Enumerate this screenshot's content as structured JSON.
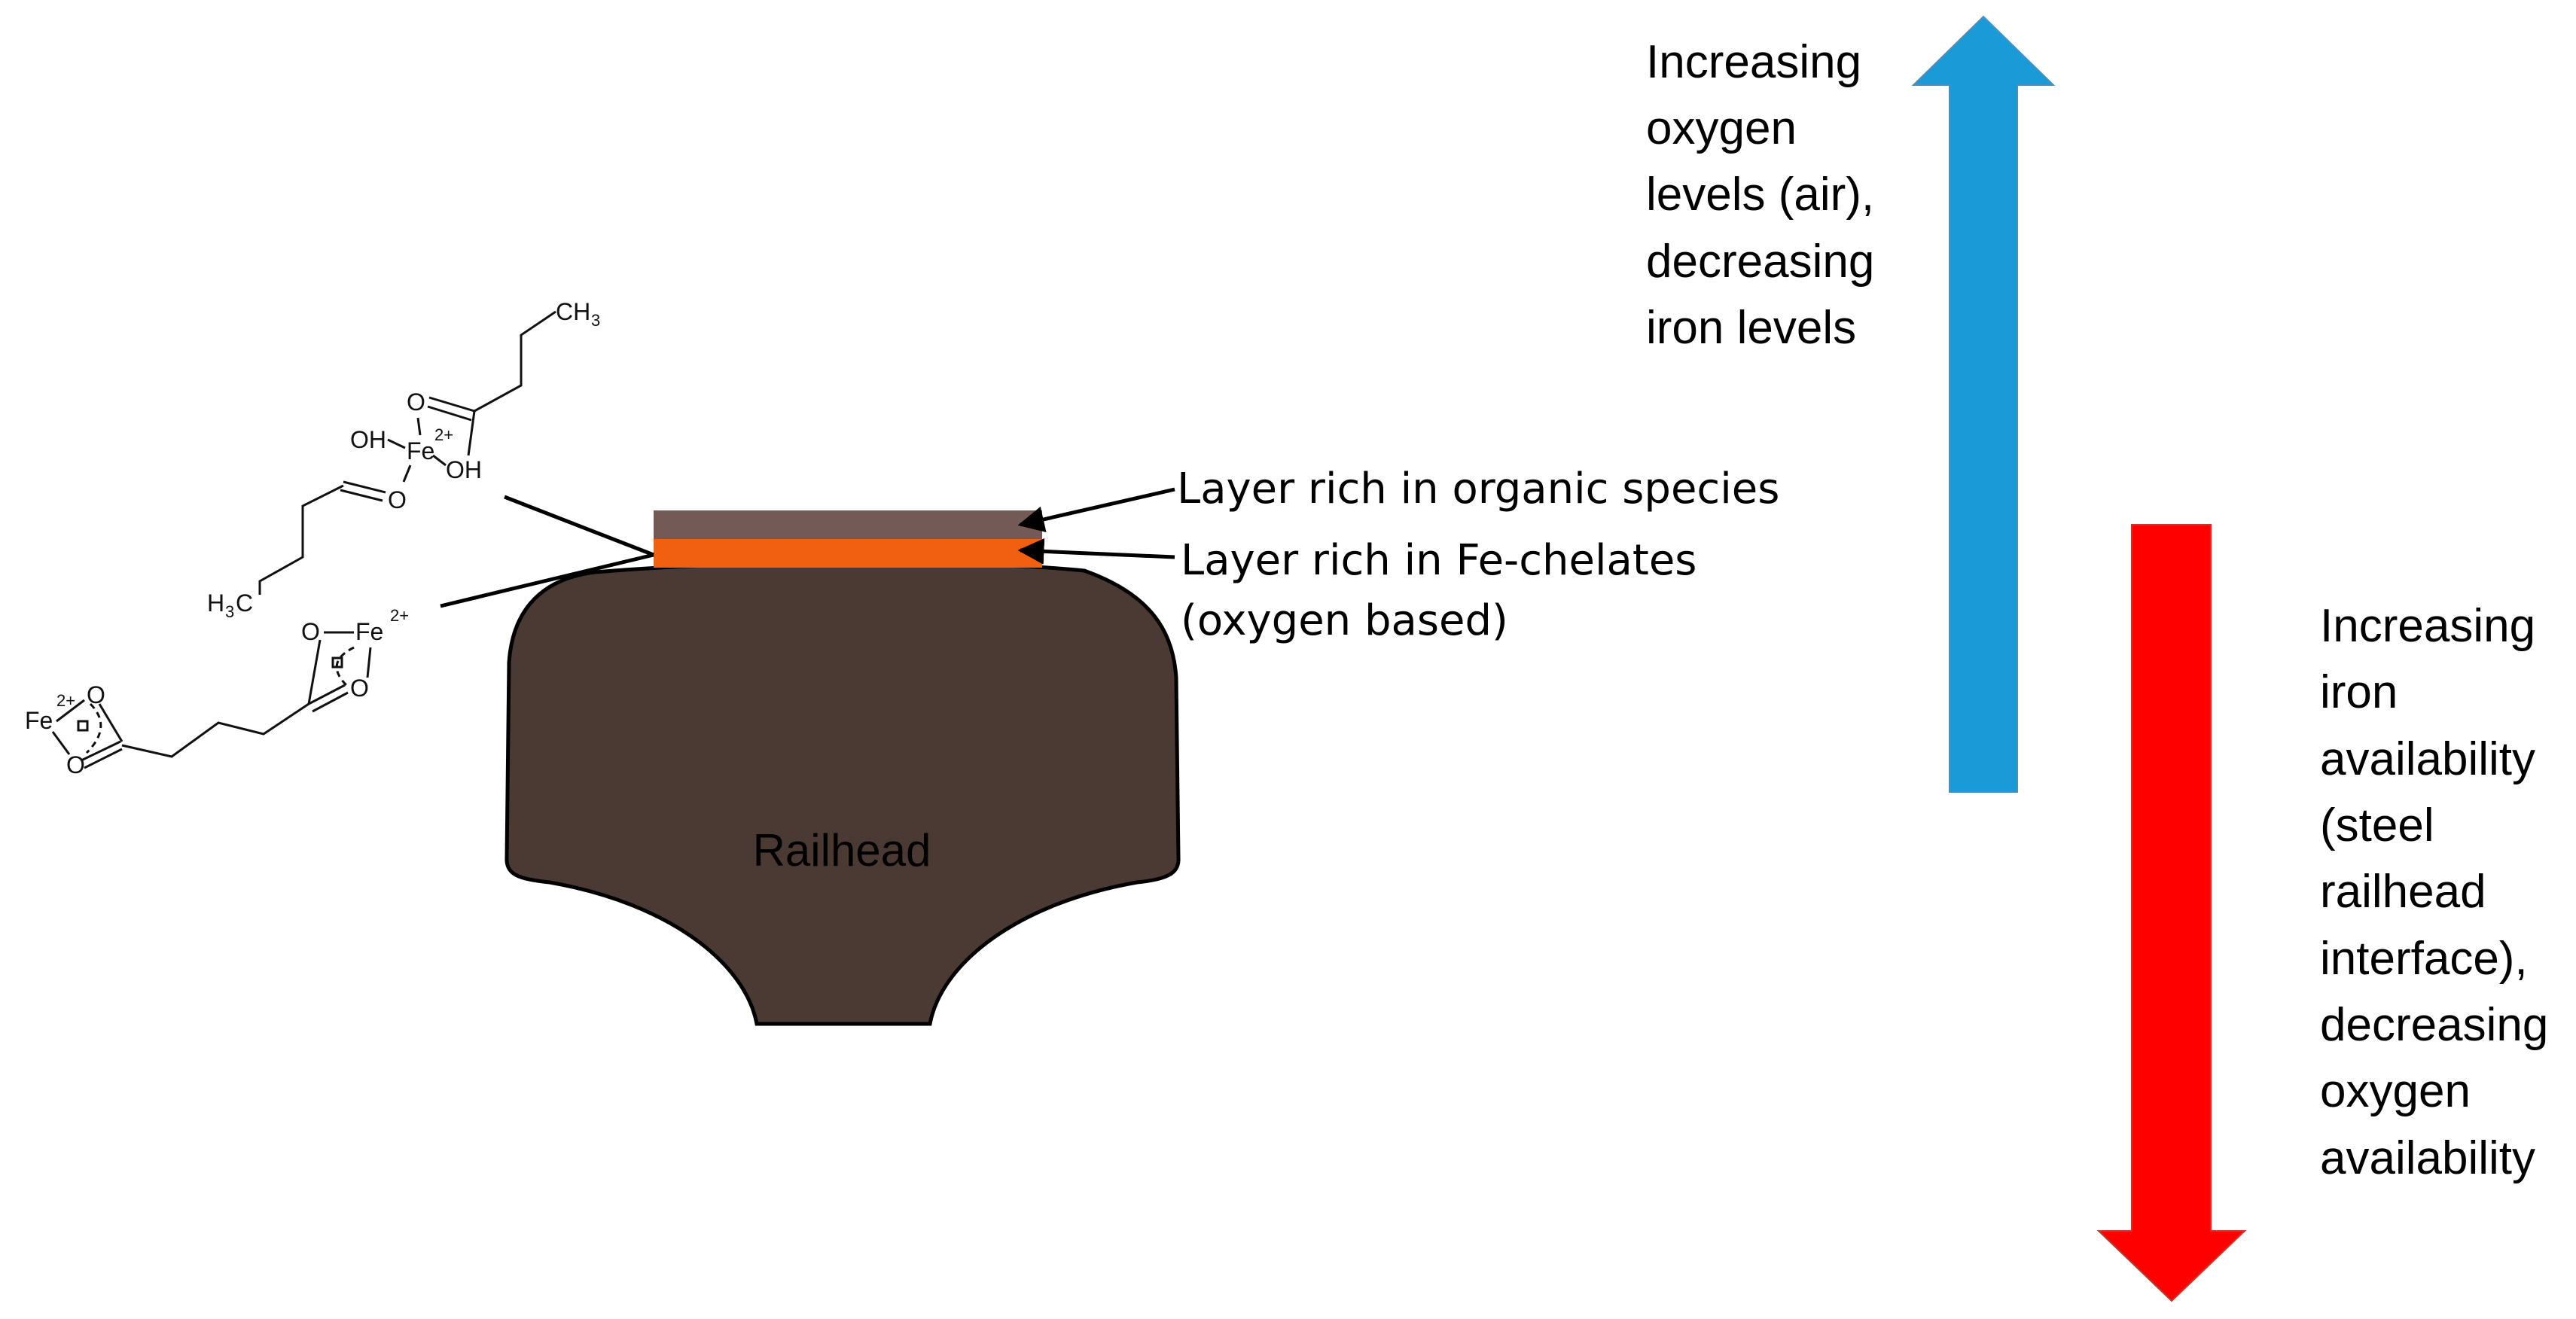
{
  "labels": {
    "organic_layer": "Layer rich in organic species",
    "chelate_layer_line1": "Layer rich in Fe-chelates",
    "chelate_layer_line2": "(oxygen based)",
    "railhead": "Railhead"
  },
  "blue_arrow_text": [
    "Increasing",
    "oxygen",
    "levels (air),",
    "decreasing",
    "iron levels"
  ],
  "red_arrow_text": [
    "Increasing",
    "iron",
    "availability",
    "(steel",
    "railhead",
    "interface),",
    "decreasing",
    "oxygen",
    "availability"
  ],
  "chemistry": {
    "top_complex": {
      "ch3": "CH",
      "ch3_sub": "3",
      "oh_left": "OH",
      "fe": "Fe",
      "charge": "2+",
      "oh_right": "OH",
      "o_top": "O",
      "o_bottom": "O",
      "h3c": "H",
      "h3c_sub": "3",
      "h3c_c": "C"
    },
    "bottom_complex": {
      "fe_left": "Fe",
      "charge_left": "2+",
      "o_left_top": "O",
      "o_left_bottom": "O",
      "o_right_top": "O",
      "o_right_bottom": "O",
      "fe_right": "Fe",
      "charge_right": "2+"
    }
  },
  "colors": {
    "railhead": "#4a3a33",
    "organic_layer": "#735a57",
    "chelate_layer": "#f06010",
    "blue_arrow": "#1a9bd7",
    "red_arrow": "#ff0000",
    "railhead_text": "#e6e6e6"
  }
}
